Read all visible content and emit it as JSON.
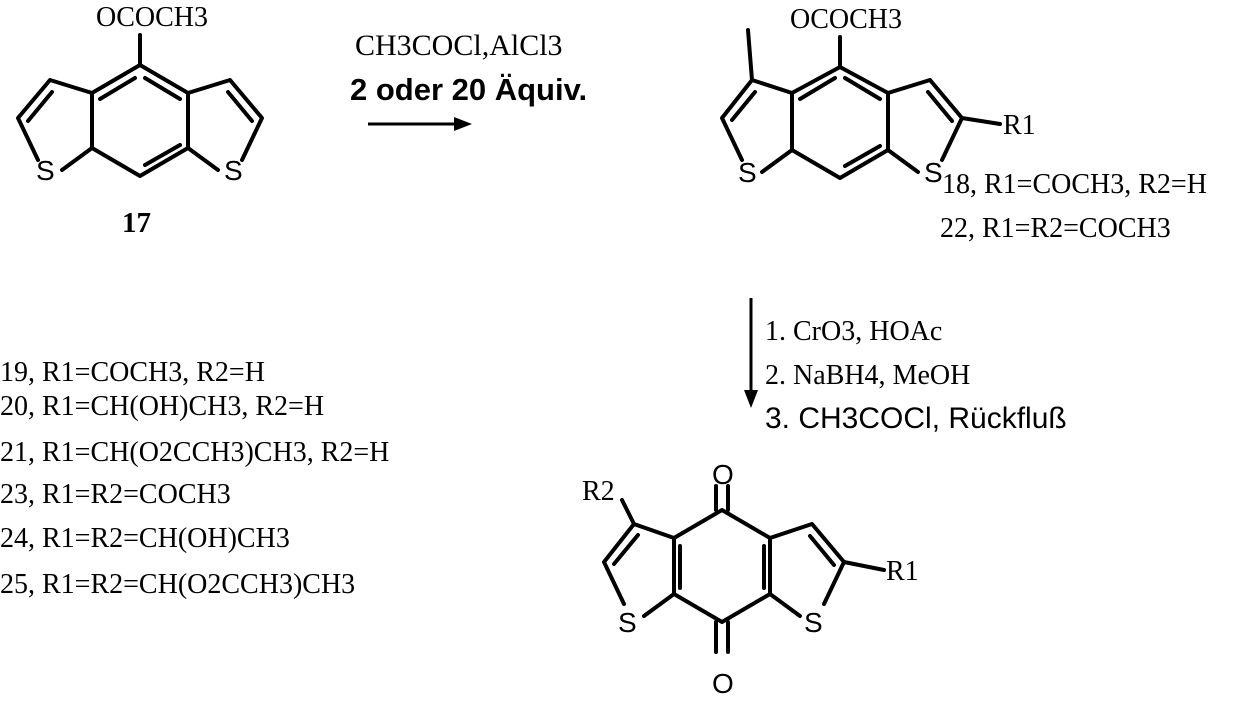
{
  "compound_17": {
    "substituent": "OCOCH3",
    "S_left": "S",
    "S_right": "S",
    "label": "17"
  },
  "step1": {
    "reagent": "CH3COCl,AlCl3",
    "equivalents": "2 oder 20 Äquiv."
  },
  "compound_18_22": {
    "substituent": "OCOCH3",
    "R1": "R1",
    "S_left": "S",
    "S_right": "S",
    "variant_a": "18, R1=COCH3, R2=H",
    "variant_b": "22, R1=R2=COCH3"
  },
  "step2": {
    "line1": "1. CrO3, HOAc",
    "line2": "2. NaBH4, MeOH",
    "line3": "3. CH3COCl, Rückfluß"
  },
  "quinone": {
    "R2": "R2",
    "R1": "R1",
    "O_top": "O",
    "O_bottom": "O",
    "S_left": "S",
    "S_right": "S"
  },
  "products": [
    "19,  R1=COCH3, R2=H",
    "20, R1=CH(OH)CH3, R2=H",
    "21, R1=CH(O2CCH3)CH3, R2=H",
    "23, R1=R2=COCH3",
    "24, R1=R2=CH(OH)CH3",
    "25, R1=R2=CH(O2CCH3)CH3"
  ],
  "colors": {
    "ink": "#000000",
    "background": "#ffffff"
  }
}
